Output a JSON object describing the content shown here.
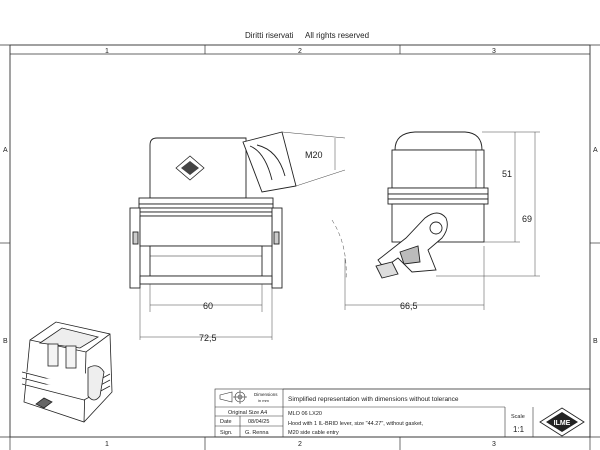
{
  "header": {
    "rights_it": "Diritti riservati",
    "rights_en": "All rights reserved"
  },
  "frame": {
    "columns": [
      "1",
      "2",
      "3"
    ],
    "rows": [
      "A",
      "B"
    ]
  },
  "front_view": {
    "thread_label": "M20",
    "width_inner": "60",
    "width_outer": "72,5"
  },
  "side_view": {
    "height_upper": "51",
    "height_total": "69",
    "depth": "66,5"
  },
  "title_block": {
    "dimensions_label": "Dimensions",
    "dimensions_unit": "in mm",
    "note": "Simplified representation with dimensions without tolerance",
    "original_size": "Original Size A4",
    "date_label": "Date",
    "date_value": "08/04/25",
    "sign_label": "Sign.",
    "sign_value": "G. Renna",
    "code": "MLO 06 LX20",
    "description_1": "Hood with 1 IL-BRID lever, size \"44.27\", without gasket,",
    "description_2": "M20 side cable entry",
    "scale_label": "Scale",
    "scale_value": "1:1",
    "logo_text": "ILME"
  }
}
